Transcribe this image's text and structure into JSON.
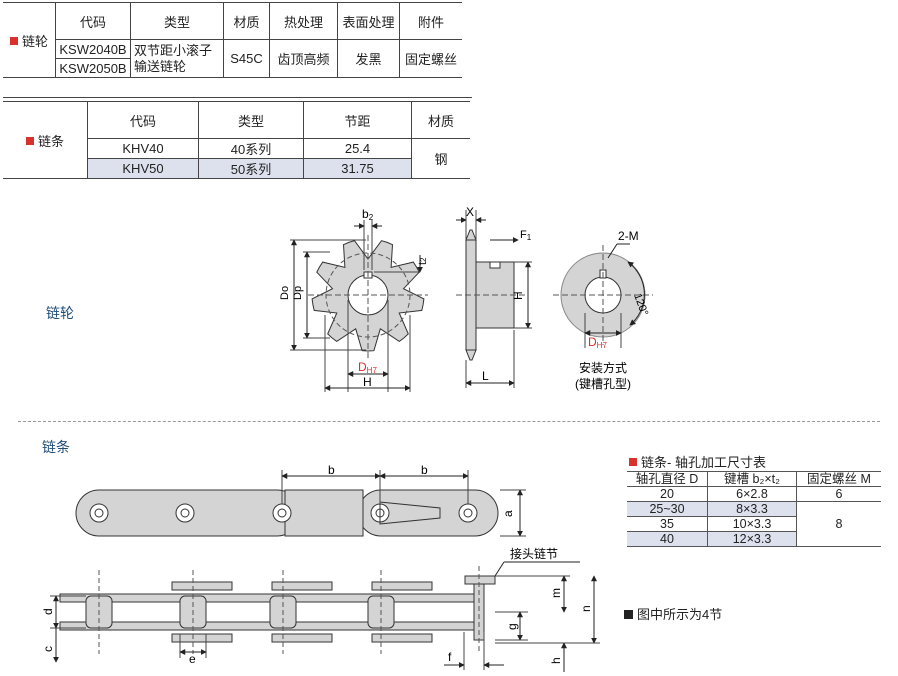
{
  "sprocket_table": {
    "section": "链轮",
    "headers": [
      "代码",
      "类型",
      "材质",
      "热处理",
      "表面处理",
      "附件"
    ],
    "codes": [
      "KSW2040B",
      "KSW2050B"
    ],
    "type_lines": [
      "双节距小滚子",
      "输送链轮"
    ],
    "material": "S45C",
    "heat": "齿顶高频",
    "surface": "发黑",
    "accessory": "固定螺丝"
  },
  "chain_table": {
    "section": "链条",
    "headers": [
      "代码",
      "类型",
      "节距",
      "材质"
    ],
    "rows": [
      [
        "KHV40",
        "40系列",
        "25.4"
      ],
      [
        "KHV50",
        "50系列",
        "31.75"
      ]
    ],
    "material": "钢"
  },
  "sprocket_drawing": {
    "label": "链轮",
    "dims": {
      "b2": "b",
      "b2_sub": "2",
      "t2": "t",
      "t2_sub": "2",
      "X": "X",
      "F1": "F",
      "F1_sub": "1",
      "H": "H",
      "L": "L",
      "Do": "Do",
      "Dp": "Dp",
      "DH7": "D",
      "DH7_sub": "H7",
      "M2": "2-M",
      "angle": "120°"
    },
    "install_caption": [
      "安装方式",
      "(键槽孔型)"
    ]
  },
  "chain_drawing": {
    "label": "链条",
    "dims": {
      "b": "b",
      "a": "a",
      "d": "d",
      "c": "c",
      "e": "e",
      "f": "f",
      "g": "g",
      "m": "m",
      "n": "n",
      "h": "h"
    },
    "joint_label": "接头链节",
    "note": "图中所示为4节"
  },
  "bore_table": {
    "title": "链条- 轴孔加工尺寸表",
    "headers": [
      "轴孔直径 D",
      "键槽 b₂×t₂",
      "固定螺丝 M"
    ],
    "rows": [
      [
        "20",
        "6×2.8",
        "6"
      ],
      [
        "25~30",
        "8×3.3",
        ""
      ],
      [
        "35",
        "10×3.3",
        "8"
      ],
      [
        "40",
        "12×3.3",
        ""
      ]
    ]
  },
  "colors": {
    "accent_red": "#d9312b",
    "label_blue": "#1f4e79",
    "shade": "#dde1ee",
    "part_gray": "#d4d4d4"
  }
}
